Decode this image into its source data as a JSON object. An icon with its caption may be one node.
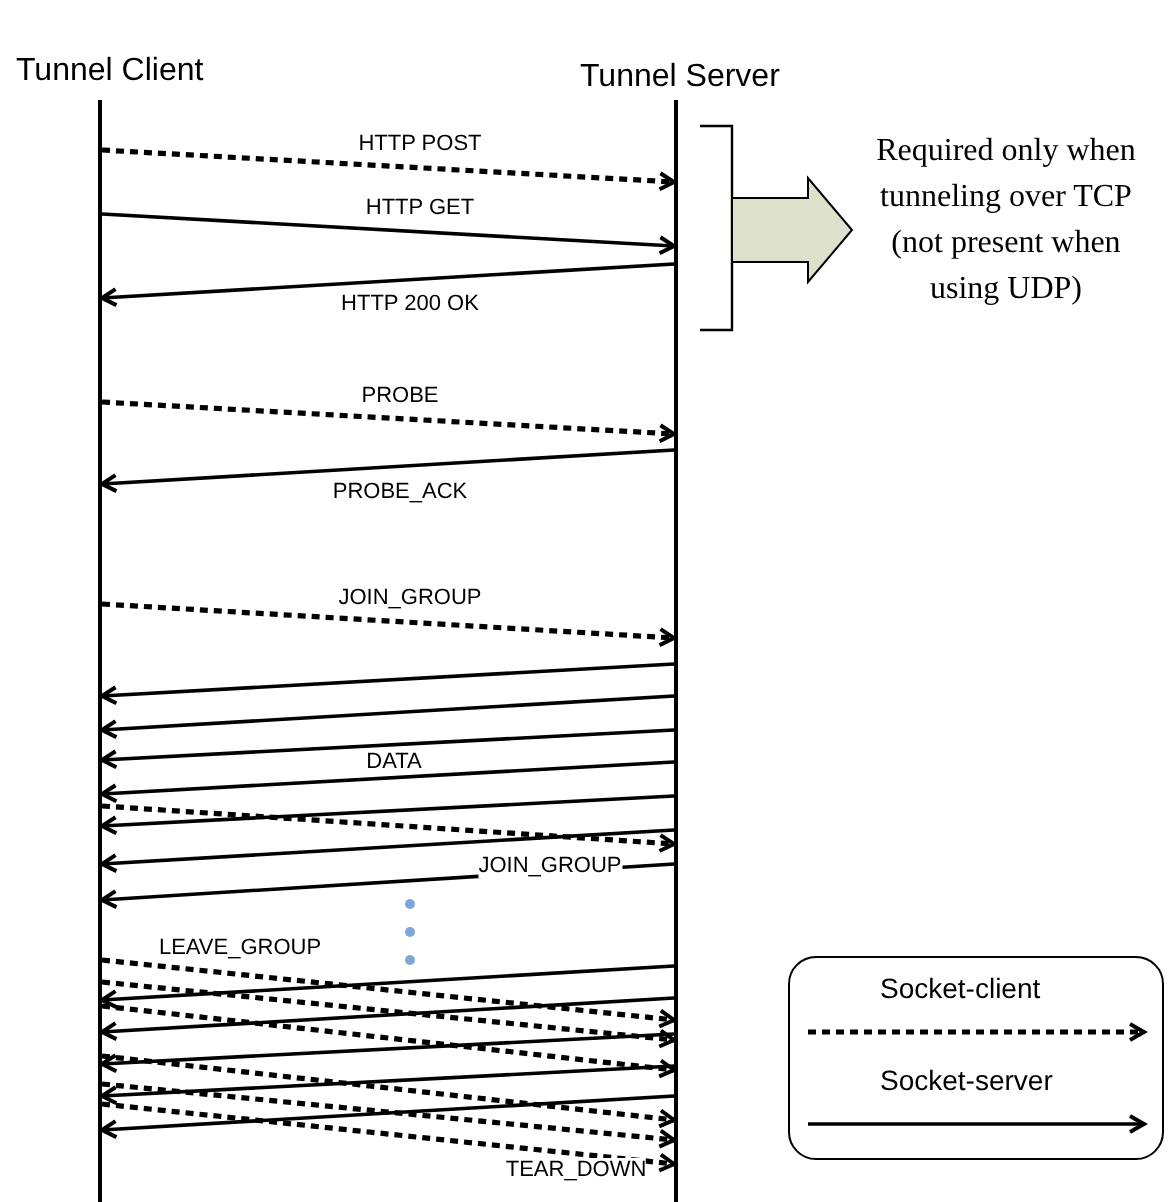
{
  "diagram": {
    "nodes": [
      {
        "text": [
          "Tunnel Client"
        ]
      },
      {
        "text": [
          "Tunnel Server"
        ]
      },
      {
        "text": [
          "Required only when tunneling over TCP (not present when using UDP)"
        ]
      }
    ],
    "edges": [
      {
        "from": 0,
        "to": 1,
        "arrow": "to",
        "style": "dashed",
        "label": "HTTP POST"
      },
      {
        "from": 0,
        "to": 1,
        "arrow": "to",
        "label": "HTTP GET"
      },
      {
        "from": 1,
        "to": 0,
        "arrow": "to",
        "label": "HTTP 200 OK"
      },
      {
        "from": 0,
        "to": 1,
        "arrow": "to",
        "style": "dashed",
        "label": "PROBE"
      },
      {
        "from": 1,
        "to": 0,
        "arrow": "to",
        "label": "PROBE_ACK"
      },
      {
        "from": 0,
        "to": 1,
        "arrow": "to",
        "style": "dashed",
        "label": "JOIN_GROUP"
      },
      {
        "from": 1,
        "to": 0,
        "arrow": "to"
      },
      {
        "from": 1,
        "to": 0,
        "arrow": "to"
      },
      {
        "from": 1,
        "to": 0,
        "arrow": "to",
        "label": "DATA"
      },
      {
        "from": 1,
        "to": 0,
        "arrow": "to"
      },
      {
        "from": 1,
        "to": 0,
        "arrow": "to"
      },
      {
        "from": 0,
        "to": 1,
        "arrow": "to",
        "style": "dashed",
        "label": "JOIN_GROUP"
      },
      {
        "from": 1,
        "to": 0,
        "arrow": "to"
      },
      {
        "from": 1,
        "to": 0,
        "arrow": "to"
      },
      {
        "from": 0,
        "to": 1,
        "arrow": "to",
        "style": "dashed",
        "label": "LEAVE_GROUP"
      },
      {
        "from": 1,
        "to": 0,
        "arrow": "to"
      },
      {
        "from": 0,
        "to": 1,
        "arrow": "to",
        "style": "dashed"
      },
      {
        "from": 1,
        "to": 0,
        "arrow": "to"
      },
      {
        "from": 0,
        "to": 1,
        "arrow": "to",
        "style": "dashed"
      },
      {
        "from": 1,
        "to": 0,
        "arrow": "to"
      },
      {
        "from": 0,
        "to": 1,
        "arrow": "to",
        "style": "dashed"
      },
      {
        "from": 1,
        "to": 0,
        "arrow": "to"
      },
      {
        "from": 0,
        "to": 1,
        "arrow": "to",
        "style": "dashed"
      },
      {
        "from": 1,
        "to": 0,
        "arrow": "to"
      },
      {
        "from": 0,
        "to": 1,
        "arrow": "to",
        "style": "dashed",
        "label": "TEAR_DOWN"
      },
      {
        "from": null,
        "to": 2,
        "arrow": "to"
      }
    ],
    "legend": [
      {
        "text": "Socket-client"
      },
      {
        "text": "Socket-server"
      }
    ]
  }
}
